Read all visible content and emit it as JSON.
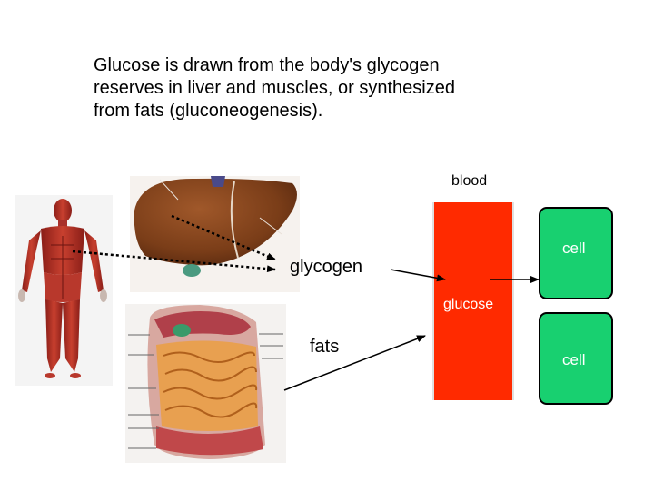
{
  "caption": {
    "line1": "Glucose is drawn from the body's glycogen",
    "line2": "reserves in liver and muscles, or synthesized",
    "line3": "from fats (gluconeogenesis)."
  },
  "labels": {
    "glycogen": "glycogen",
    "fats": "fats",
    "blood": "blood",
    "glucose": "glucose",
    "cell_top": "cell",
    "cell_bottom": "cell"
  },
  "colors": {
    "blood_vessel": "#ff2a00",
    "cell_fill": "#18d070",
    "cell_stroke": "#000000",
    "liver": "#8b4513",
    "muscle": "#b03028",
    "intestine": "#e8a050",
    "arrow": "#000000"
  },
  "icons": {
    "body": "muscular-body-illustration",
    "liver": "liver-illustration",
    "abdomen": "abdominal-organs-illustration"
  }
}
